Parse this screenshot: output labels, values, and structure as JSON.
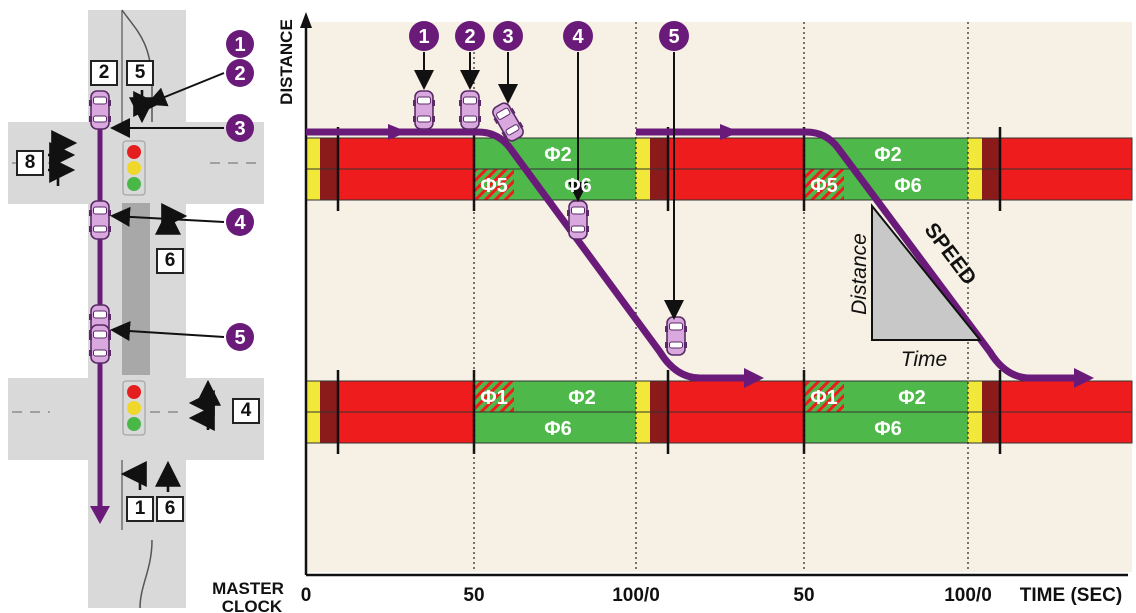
{
  "axis": {
    "y_label": "DISTANCE",
    "x_label": "TIME (SEC)",
    "clock_label_line1": "MASTER",
    "clock_label_line2": "CLOCK",
    "ticks": [
      "0",
      "50",
      "100/0",
      "50",
      "100/0"
    ]
  },
  "markers": [
    "1",
    "2",
    "3",
    "4",
    "5"
  ],
  "phases": {
    "upper_cycle1_top": "Φ2",
    "upper_cycle1_bot_left": "Φ5",
    "upper_cycle1_bot_right": "Φ6",
    "upper_cycle2_top": "Φ2",
    "upper_cycle2_bot_left": "Φ5",
    "upper_cycle2_bot_right": "Φ6",
    "lower_cycle1_top_left": "Φ1",
    "lower_cycle1_top_right": "Φ2",
    "lower_cycle1_bot": "Φ6",
    "lower_cycle2_top_left": "Φ1",
    "lower_cycle2_top_right": "Φ2",
    "lower_cycle2_bot": "Φ6"
  },
  "triangle": {
    "distance": "Distance",
    "time": "Time",
    "speed": "SPEED"
  },
  "intersection": {
    "upper_boxes": [
      "2",
      "5",
      "8",
      "6"
    ],
    "lower_boxes": [
      "4",
      "1",
      "6"
    ]
  },
  "colors": {
    "red": "#ee1c1c",
    "green": "#4fb84a",
    "yellow": "#f2e83a",
    "dark_red": "#8b1a1a",
    "purple": "#6a1b7a",
    "plot_bg": "#f6f1e4",
    "road": "#d9d9d9"
  }
}
